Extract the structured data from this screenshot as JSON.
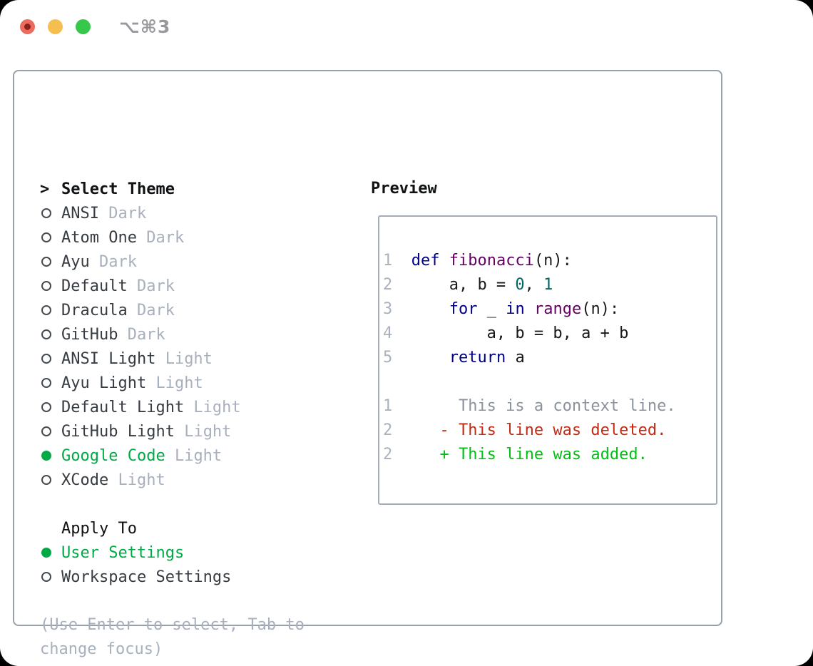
{
  "window": {
    "title": "⌥⌘3"
  },
  "theme_panel": {
    "header": {
      "cursor": ">",
      "label": "Select Theme"
    },
    "themes": [
      {
        "name": "ANSI",
        "variant": "Dark",
        "selected": false
      },
      {
        "name": "Atom One",
        "variant": "Dark",
        "selected": false
      },
      {
        "name": "Ayu",
        "variant": "Dark",
        "selected": false
      },
      {
        "name": "Default",
        "variant": "Dark",
        "selected": false
      },
      {
        "name": "Dracula",
        "variant": "Dark",
        "selected": false
      },
      {
        "name": "GitHub",
        "variant": "Dark",
        "selected": false
      },
      {
        "name": "ANSI Light",
        "variant": "Light",
        "selected": false
      },
      {
        "name": "Ayu Light",
        "variant": "Light",
        "selected": false
      },
      {
        "name": "Default Light",
        "variant": "Light",
        "selected": false
      },
      {
        "name": "GitHub Light",
        "variant": "Light",
        "selected": false
      },
      {
        "name": "Google Code",
        "variant": "Light",
        "selected": true
      },
      {
        "name": "XCode",
        "variant": "Light",
        "selected": false
      }
    ],
    "apply_to": {
      "label": "Apply To",
      "options": [
        {
          "label": "User Settings",
          "selected": true
        },
        {
          "label": "Workspace Settings",
          "selected": false
        }
      ]
    },
    "hint": "(Use Enter to select, Tab to change focus)"
  },
  "preview": {
    "title": "Preview",
    "lines": [
      {
        "num": "1",
        "segments": [
          {
            "t": "  ",
            "c": "pl"
          },
          {
            "t": "def ",
            "c": "kw"
          },
          {
            "t": "fibonacci",
            "c": "fn"
          },
          {
            "t": "(n):",
            "c": "pl"
          }
        ]
      },
      {
        "num": "2",
        "segments": [
          {
            "t": "      a, b = ",
            "c": "pl"
          },
          {
            "t": "0",
            "c": "lit"
          },
          {
            "t": ", ",
            "c": "pl"
          },
          {
            "t": "1",
            "c": "lit"
          }
        ]
      },
      {
        "num": "3",
        "segments": [
          {
            "t": "      ",
            "c": "pl"
          },
          {
            "t": "for",
            "c": "kw"
          },
          {
            "t": " _ ",
            "c": "pl"
          },
          {
            "t": "in",
            "c": "kw"
          },
          {
            "t": " ",
            "c": "pl"
          },
          {
            "t": "range",
            "c": "fn"
          },
          {
            "t": "(n):",
            "c": "pl"
          }
        ]
      },
      {
        "num": "4",
        "segments": [
          {
            "t": "          a, b = b, a + b",
            "c": "pl"
          }
        ]
      },
      {
        "num": "5",
        "segments": [
          {
            "t": "      ",
            "c": "pl"
          },
          {
            "t": "return",
            "c": "kw"
          },
          {
            "t": " a",
            "c": "pl"
          }
        ]
      },
      {
        "num": "",
        "segments": []
      },
      {
        "num": "1",
        "segments": [
          {
            "t": "       This is a context line.",
            "c": "ctx"
          }
        ]
      },
      {
        "num": "2",
        "segments": [
          {
            "t": "     - This line was deleted.",
            "c": "del"
          }
        ]
      },
      {
        "num": "2",
        "segments": [
          {
            "t": "     + This line was added.",
            "c": "add"
          }
        ]
      }
    ]
  },
  "colors": {
    "selected-green": "#00ab45",
    "kw": "#000088",
    "fn": "#660066",
    "lit": "#006666",
    "pl": "#17191b",
    "ln": "#a9b2bd",
    "ctx": "#8b929b",
    "del": "#c42a11",
    "add": "#00c011",
    "muted": "#a7b0bc",
    "item": "#363c42",
    "header": "#101214",
    "panel-border": "#97a0ab",
    "preview-border": "#a4abb6",
    "title": "#98999d",
    "tl-red": "#ed6a5f",
    "tl-red-dot": "#8b2018",
    "tl-yellow": "#f5bf4f",
    "tl-green": "#35c84b"
  }
}
